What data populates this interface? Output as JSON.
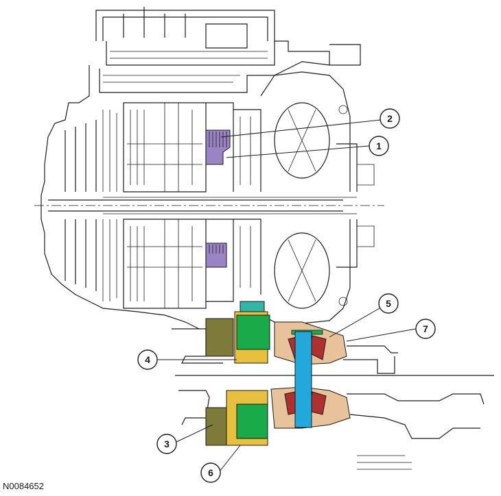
{
  "figure_id": "N0084652",
  "callouts": [
    "1",
    "2",
    "3",
    "4",
    "5",
    "6",
    "7"
  ],
  "colors": {
    "line": "#1a1a1a",
    "purple_component": "#9b84c4",
    "green_component": "#1aaa4a",
    "yellow_component": "#e8c040",
    "tan_component": "#e8c29a",
    "red_component": "#b03030",
    "blue_shaft": "#22a8dc",
    "olive_component": "#7d7a3a",
    "teal_component": "#33b5a5"
  }
}
